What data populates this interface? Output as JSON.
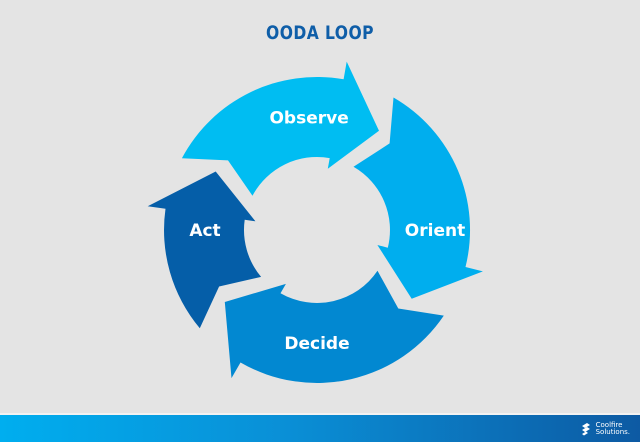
{
  "title": "OODA LOOP",
  "colors": {
    "background": "#e4e4e4",
    "title": "#0f5ea8",
    "label": "#ffffff",
    "footer_start": "#00aeef",
    "footer_end": "#0d5aa3"
  },
  "segments": [
    {
      "id": "observe",
      "label": "Observe",
      "color": "#00bdf2"
    },
    {
      "id": "orient",
      "label": "Orient",
      "color": "#00aeee"
    },
    {
      "id": "decide",
      "label": "Decide",
      "color": "#0288d1"
    },
    {
      "id": "act",
      "label": "Act",
      "color": "#055ea8"
    }
  ],
  "footer": {
    "logo_line1": "Coolfire",
    "logo_line2": "Solutions."
  }
}
